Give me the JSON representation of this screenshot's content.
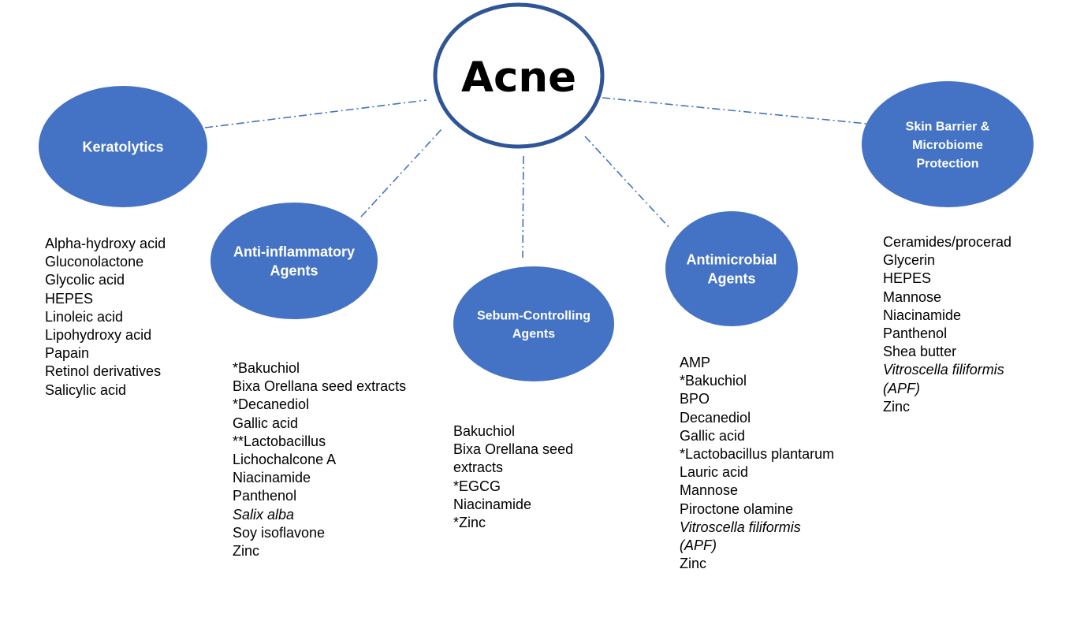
{
  "center": {
    "label": "Acne",
    "fill": "#ffffff",
    "stroke": "#2f5597"
  },
  "style": {
    "node_fill": "#4472c4",
    "connector_color": "#4472c4"
  },
  "categories": [
    {
      "id": "keratolytics",
      "label_lines": [
        "Keratolytics"
      ],
      "items": [
        {
          "text": "Alpha-hydroxy acid"
        },
        {
          "text": "Gluconolactone"
        },
        {
          "text": "Glycolic acid"
        },
        {
          "text": "HEPES"
        },
        {
          "text": "Linoleic acid"
        },
        {
          "text": "Lipohydroxy acid"
        },
        {
          "text": "Papain"
        },
        {
          "text": "Retinol derivatives"
        },
        {
          "text": "Salicylic acid"
        }
      ]
    },
    {
      "id": "anti-inflammatory",
      "label_lines": [
        "Anti-inflammatory",
        "Agents"
      ],
      "items": [
        {
          "text": "*Bakuchiol"
        },
        {
          "text": "Bixa Orellana seed extracts"
        },
        {
          "text": "*Decanediol"
        },
        {
          "text": "Gallic acid"
        },
        {
          "text": "**Lactobacillus"
        },
        {
          "text": "Lichochalcone A"
        },
        {
          "text": "Niacinamide"
        },
        {
          "text": "Panthenol"
        },
        {
          "text": "Salix alba",
          "italic": true
        },
        {
          "text": "Soy isoflavone"
        },
        {
          "text": "Zinc"
        }
      ]
    },
    {
      "id": "sebum-controlling",
      "label_lines": [
        "Sebum-Controlling",
        "Agents"
      ],
      "items": [
        {
          "text": "Bakuchiol"
        },
        {
          "text": "Bixa Orellana seed"
        },
        {
          "text": "extracts"
        },
        {
          "text": "*EGCG"
        },
        {
          "text": "Niacinamide"
        },
        {
          "text": "*Zinc"
        }
      ]
    },
    {
      "id": "antimicrobial",
      "label_lines": [
        "Antimicrobial",
        "Agents"
      ],
      "items": [
        {
          "text": "AMP"
        },
        {
          "text": "*Bakuchiol"
        },
        {
          "text": "BPO"
        },
        {
          "text": "Decanediol"
        },
        {
          "text": "Gallic acid"
        },
        {
          "text": "*Lactobacillus plantarum"
        },
        {
          "text": "Lauric acid"
        },
        {
          "text": "Mannose"
        },
        {
          "text": "Piroctone olamine"
        },
        {
          "text": "Vitroscella filiformis",
          "italic": true
        },
        {
          "text": "(APF)",
          "italic": true
        },
        {
          "text": "Zinc"
        }
      ]
    },
    {
      "id": "skin-barrier",
      "label_lines": [
        "Skin Barrier &",
        "Microbiome",
        "Protection"
      ],
      "items": [
        {
          "text": "Ceramides/procerad"
        },
        {
          "text": "Glycerin"
        },
        {
          "text": "HEPES"
        },
        {
          "text": "Mannose"
        },
        {
          "text": "Niacinamide"
        },
        {
          "text": "Panthenol"
        },
        {
          "text": "Shea butter"
        },
        {
          "text": "Vitroscella filiformis",
          "italic": true
        },
        {
          "text": "(APF)",
          "italic": true
        },
        {
          "text": "Zinc"
        }
      ]
    }
  ]
}
